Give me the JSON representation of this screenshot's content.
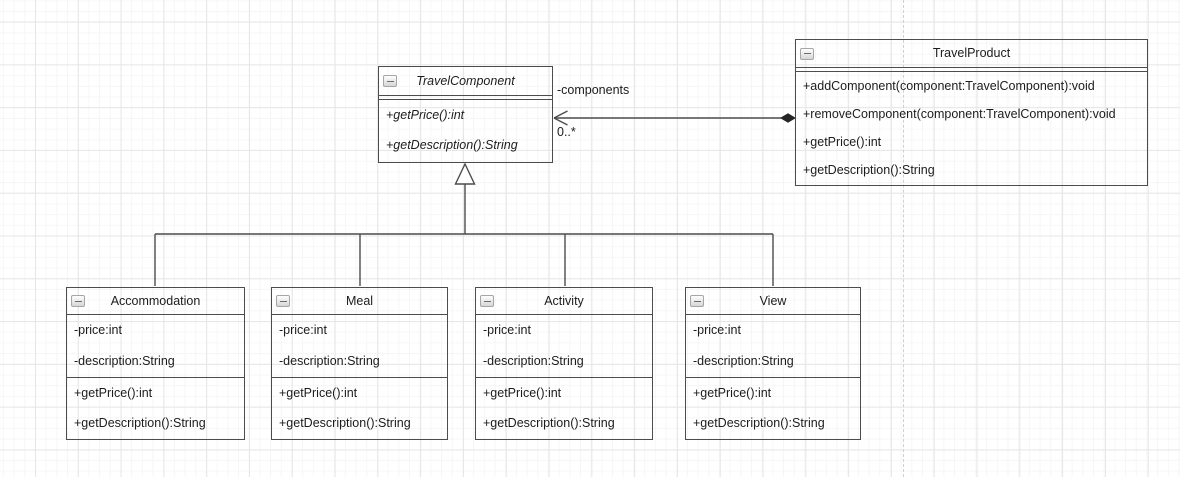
{
  "colors": {
    "stroke": "#4c4c4c",
    "background": "#ffffff",
    "page_break": "#cfcfcf"
  },
  "icons": {
    "collapse": "minus-square-icon"
  },
  "classes": [
    {
      "title": "TravelComponent",
      "abstract": true,
      "fields": [],
      "methods": [
        "+getPrice():int",
        "+getDescription():String"
      ]
    },
    {
      "title": "TravelProduct",
      "abstract": false,
      "fields": [],
      "methods": [
        "+addComponent(component:TravelComponent):void",
        "+removeComponent(component:TravelComponent):void",
        "+getPrice():int",
        "+getDescription():String"
      ]
    },
    {
      "title": "Accommodation",
      "abstract": false,
      "fields": [
        "-price:int",
        "-description:String"
      ],
      "methods": [
        "+getPrice():int",
        "+getDescription():String"
      ]
    },
    {
      "title": "Meal",
      "abstract": false,
      "fields": [
        "-price:int",
        "-description:String"
      ],
      "methods": [
        "+getPrice():int",
        "+getDescription():String"
      ]
    },
    {
      "title": "Activity",
      "abstract": false,
      "fields": [
        "-price:int",
        "-description:String"
      ],
      "methods": [
        "+getPrice():int",
        "+getDescription():String"
      ]
    },
    {
      "title": "View",
      "abstract": false,
      "fields": [
        "-price:int",
        "-description:String"
      ],
      "methods": [
        "+getPrice():int",
        "+getDescription():String"
      ]
    }
  ],
  "edges": {
    "composition": {
      "type": "composition",
      "from": "TravelProduct",
      "to": "TravelComponent",
      "label": "-components",
      "multiplicity": "0..*"
    },
    "inheritance": {
      "type": "generalization",
      "parent": "TravelComponent",
      "children": [
        "Accommodation",
        "Meal",
        "Activity",
        "View"
      ]
    }
  }
}
